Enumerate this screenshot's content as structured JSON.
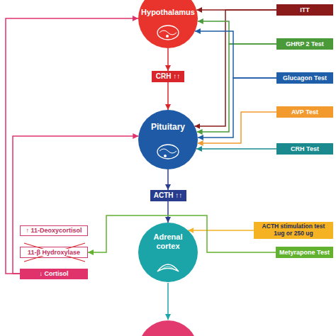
{
  "diagram": {
    "nodes": [
      {
        "text": [
          "Hypothalamus"
        ]
      },
      {
        "text": [
          "ITT"
        ]
      },
      {
        "text": [
          "GHRP 2 Test"
        ]
      },
      {
        "text": [
          "Glucagon Test"
        ]
      },
      {
        "text": [
          "CRH ↑↑"
        ]
      },
      {
        "text": [
          "AVP Test"
        ]
      },
      {
        "text": [
          "Pituitary"
        ]
      },
      {
        "text": [
          "CRH Test"
        ]
      },
      {
        "text": [
          "ACTH ↑↑"
        ]
      },
      {
        "text": [
          "↑ 11-Deoxycortisol"
        ]
      },
      {
        "text": [
          "ACTH stimulation test 1ug or 250 ug"
        ]
      },
      {
        "text": [
          "Adrenal cortex"
        ]
      },
      {
        "text": [
          "11-β Hydroxylase"
        ]
      },
      {
        "text": [
          "Metyrapone Test"
        ]
      },
      {
        "text": [
          "↓ Cortisol"
        ]
      }
    ],
    "edges": [
      {
        "from": 0,
        "to": 4,
        "arrow": "to"
      },
      {
        "from": 4,
        "to": 6,
        "arrow": "to"
      },
      {
        "from": 6,
        "to": 8,
        "arrow": "to"
      },
      {
        "from": 8,
        "to": 11,
        "arrow": "to"
      },
      {
        "from": 1,
        "to": 0,
        "arrow": "to"
      },
      {
        "from": 1,
        "to": 6,
        "arrow": "to"
      },
      {
        "from": 2,
        "to": 0,
        "arrow": "to"
      },
      {
        "from": 2,
        "to": 6,
        "arrow": "to"
      },
      {
        "from": 3,
        "to": 0,
        "arrow": "to"
      },
      {
        "from": 3,
        "to": 6,
        "arrow": "to"
      },
      {
        "from": 5,
        "to": 6,
        "arrow": "to"
      },
      {
        "from": 7,
        "to": 6,
        "arrow": "to"
      },
      {
        "from": 10,
        "to": 11,
        "arrow": "to"
      },
      {
        "from": 13,
        "to": 12,
        "arrow": "to"
      },
      {
        "from": 14,
        "to": 0,
        "arrow": "to"
      },
      {
        "from": 14,
        "to": 6,
        "arrow": "to"
      }
    ]
  }
}
